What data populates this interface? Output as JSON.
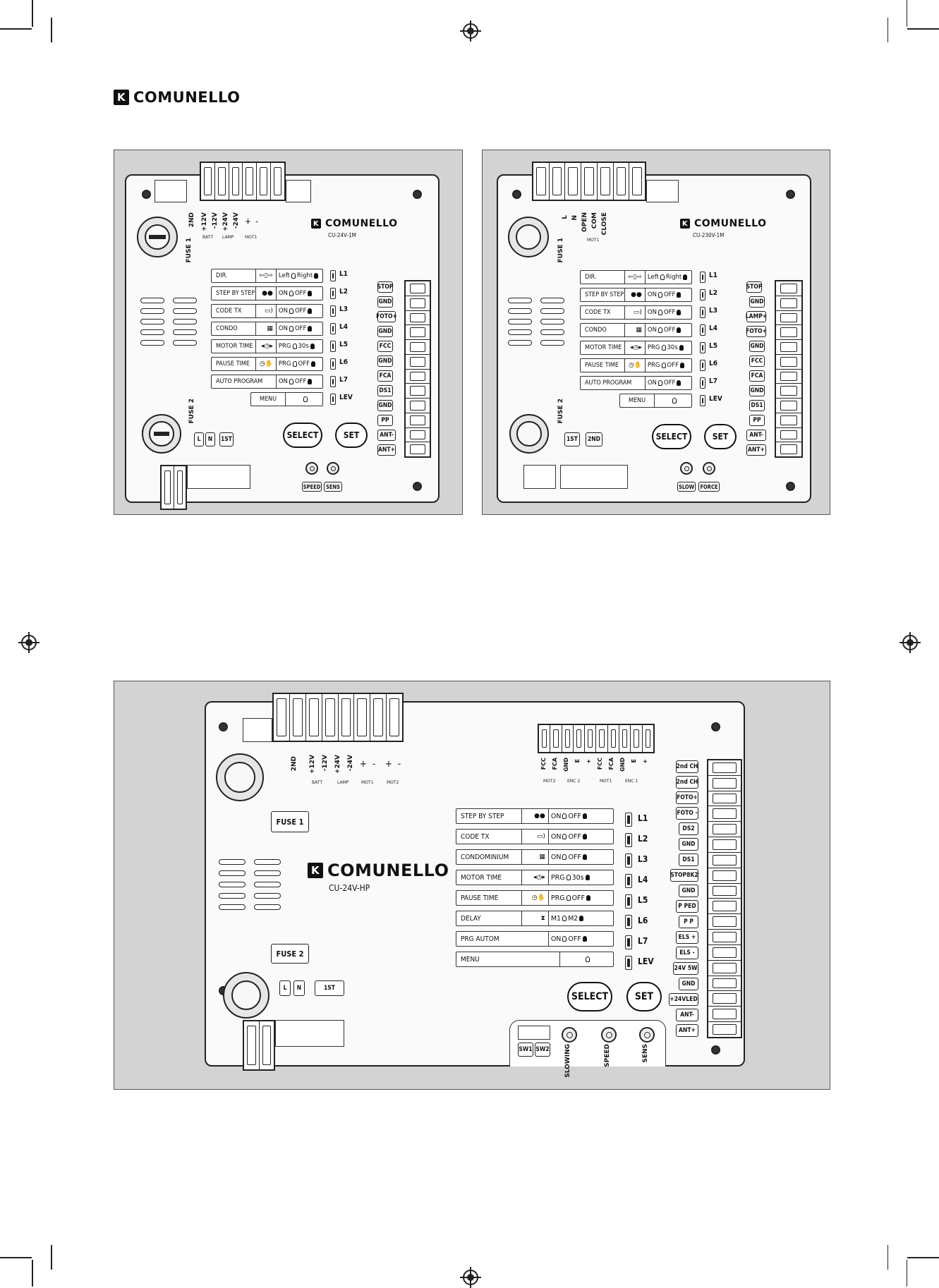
{
  "brand": {
    "mark": "K",
    "name": "COMUNELLO"
  },
  "board1": {
    "model": "CU-24V-1M",
    "top_labels": [
      "2ND",
      "+12V",
      "-12V",
      "+24V",
      "-24V",
      "+",
      "-"
    ],
    "top_sub": [
      "BATT",
      "LAMP",
      "MOT1"
    ],
    "fuse1": "FUSE 1",
    "fuse2": "FUSE 2",
    "menu": [
      {
        "label": "DIR.",
        "state": "Left",
        "state2": "Right"
      },
      {
        "label": "STEP BY STEP",
        "state": "ON",
        "state2": "OFF"
      },
      {
        "label": "CODE TX",
        "state": "ON",
        "state2": "OFF"
      },
      {
        "label": "CONDO",
        "state": "ON",
        "state2": "OFF"
      },
      {
        "label": "MOTOR TIME",
        "state": "PRG",
        "state2": "30s"
      },
      {
        "label": "PAUSE TIME",
        "state": "PRG",
        "state2": "OFF"
      },
      {
        "label": "AUTO PROGRAM",
        "state": "ON",
        "state2": "OFF"
      }
    ],
    "menu_button": "MENU",
    "leds": [
      "L1",
      "L2",
      "L3",
      "L4",
      "L5",
      "L6",
      "L7",
      "LEV"
    ],
    "right_labels": [
      "STOP",
      "GND",
      "FOTO+",
      "GND",
      "FCC",
      "GND",
      "FCA",
      "DS1",
      "GND",
      "PP",
      "ANT-",
      "ANT+"
    ],
    "select": "SELECT",
    "set": "SET",
    "power_labels": [
      "L",
      "N",
      "1ST"
    ],
    "knobs": [
      "SPEED",
      "SENS"
    ]
  },
  "board2": {
    "model": "CU-230V-1M",
    "top_labels": [
      "L",
      "N",
      "OPEN",
      "COM",
      "CLOSE"
    ],
    "top_sub": [
      "MOT1"
    ],
    "fuse1": "FUSE 1",
    "fuse2": "FUSE 2",
    "menu": [
      {
        "label": "DIR.",
        "state": "Left",
        "state2": "Right"
      },
      {
        "label": "STEP BY STEP",
        "state": "ON",
        "state2": "OFF"
      },
      {
        "label": "CODE TX",
        "state": "ON",
        "state2": "OFF"
      },
      {
        "label": "CONDO",
        "state": "ON",
        "state2": "OFF"
      },
      {
        "label": "MOTOR TIME",
        "state": "PRG",
        "state2": "30s"
      },
      {
        "label": "PAUSE TIME",
        "state": "PRG",
        "state2": "OFF"
      },
      {
        "label": "AUTO PROGRAM",
        "state": "ON",
        "state2": "OFF"
      }
    ],
    "menu_button": "MENU",
    "leds": [
      "L1",
      "L2",
      "L3",
      "L4",
      "L5",
      "L6",
      "L7",
      "LEV"
    ],
    "right_labels": [
      "STOP",
      "GND",
      "LAMP+",
      "FOTO+",
      "GND",
      "FCC",
      "FCA",
      "GND",
      "DS1",
      "PP",
      "ANT-",
      "ANT+"
    ],
    "select": "SELECT",
    "set": "SET",
    "power_labels": [
      "1ST",
      "2ND"
    ],
    "knobs": [
      "SLOW",
      "FORCE"
    ]
  },
  "board3": {
    "model": "CU-24V-HP",
    "top_labels": [
      "2ND",
      "+12V",
      "-12V",
      "+24V",
      "-24V",
      "+",
      "-",
      "+",
      "-"
    ],
    "top_sub": [
      "BATT",
      "LAMP",
      "MOT1",
      "MOT2"
    ],
    "enc_labels": [
      "FCC",
      "FCA",
      "GND",
      "E",
      "+",
      "FCC",
      "FCA",
      "GND",
      "E",
      "+"
    ],
    "enc_sub": [
      "MOT2",
      "ENC 2",
      "MOT1",
      "ENC 1"
    ],
    "fuse1": "FUSE 1",
    "fuse2": "FUSE 2",
    "menu": [
      {
        "label": "STEP BY STEP",
        "state": "ON",
        "state2": "OFF"
      },
      {
        "label": "CODE TX",
        "state": "ON",
        "state2": "OFF"
      },
      {
        "label": "CONDOMINIUM",
        "state": "ON",
        "state2": "OFF"
      },
      {
        "label": "MOTOR TIME",
        "state": "PRG",
        "state2": "30s"
      },
      {
        "label": "PAUSE TIME",
        "state": "PRG",
        "state2": "OFF"
      },
      {
        "label": "DELAY",
        "state": "M1",
        "state2": "M2"
      },
      {
        "label": "PRG AUTOM",
        "state": "ON",
        "state2": "OFF"
      }
    ],
    "menu_button": "MENU",
    "leds": [
      "L1",
      "L2",
      "L3",
      "L4",
      "L5",
      "L6",
      "L7",
      "LEV"
    ],
    "right_labels": [
      "2nd CH",
      "2nd CH",
      "FOTO+",
      "FOTO -",
      "DS2",
      "GND",
      "DS1",
      "STOP8K2",
      "GND",
      "P PED",
      "P P",
      "ELS +",
      "ELS -",
      "24V 5W",
      "GND",
      "+24VLED",
      "ANT-",
      "ANT+"
    ],
    "select": "SELECT",
    "set": "SET",
    "power_labels": [
      "L",
      "N",
      "1ST"
    ],
    "switches": [
      "SW1",
      "SW2"
    ],
    "knobs": [
      "SLOWING",
      "SPEED",
      "SENS"
    ]
  }
}
